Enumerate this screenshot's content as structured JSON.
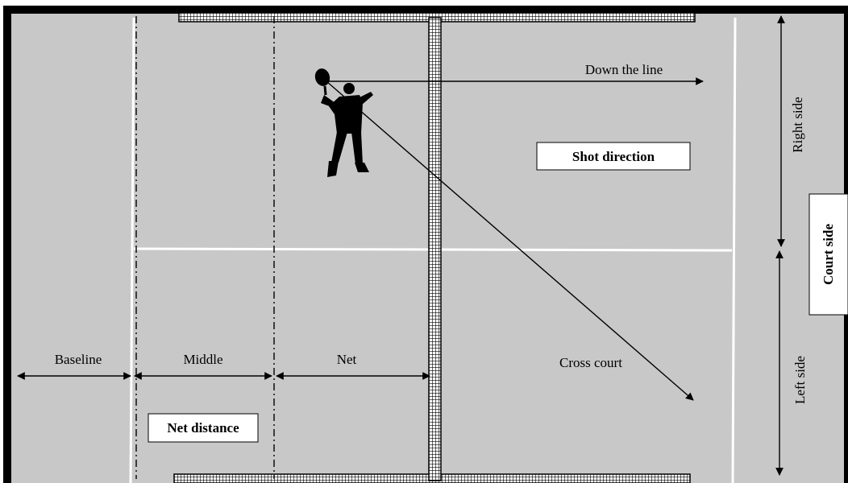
{
  "colors": {
    "court_surface": "#c8c8c8",
    "court_lines": "#ffffff",
    "frame": "#000000",
    "arrows": "#000000",
    "label_box_fill": "#ffffff"
  },
  "icons": {
    "player": "padel-player-silhouette-icon",
    "net": "net-mesh-icon"
  },
  "zones": {
    "baseline_label": "Baseline",
    "middle_label": "Middle",
    "net_label": "Net",
    "net_distance_title": "Net distance"
  },
  "directions": {
    "down_the_line_label": "Down the line",
    "cross_court_label": "Cross court",
    "shot_direction_title": "Shot direction"
  },
  "sides": {
    "right_side_label": "Right side",
    "left_side_label": "Left side",
    "court_side_title": "Court side"
  }
}
